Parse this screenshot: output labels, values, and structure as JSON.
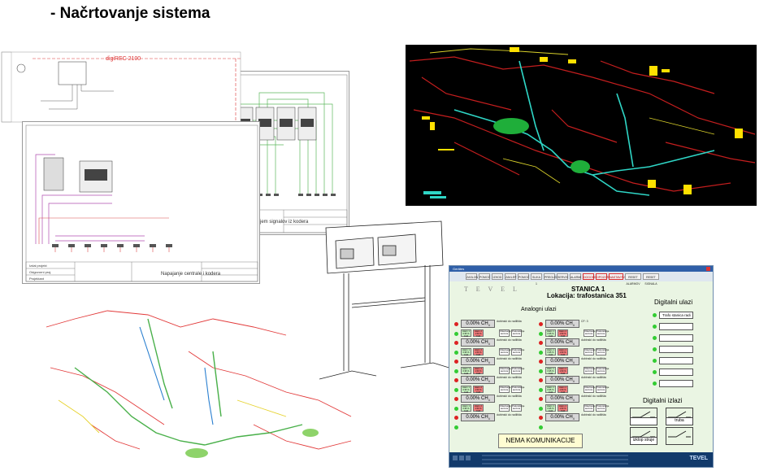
{
  "slide": {
    "title": "- Načrtovanje sistema"
  },
  "schematic_back": {
    "header": "digiREC 2100",
    "title_block_left": [
      "Izdelal",
      "Odgovorni proj.",
      "Projektant"
    ],
    "title_block_right": [
      "Zajem signalov iz kodera"
    ]
  },
  "schematic_front": {
    "title_block_left": [
      "Izdal projekt",
      "Odgovorni proj.",
      "Projektant"
    ],
    "title_block_title": "Napajanje centrale i kodera"
  },
  "scada": {
    "window_title": "Gerätes",
    "toolbar": [
      "ZASLON",
      "POMOČ",
      "IZHOD",
      "ZAKLEP",
      "POMOČ",
      "SLIKA 1",
      "PREGLED",
      "SERVIS",
      "ALARMI",
      "DOGODKI",
      "OPOZORILA",
      "NASTAVITVE",
      "RESET ALARMOV",
      "RESET SIGNALA"
    ],
    "brand": "T E V E L",
    "station": "STANICA 1",
    "location": "Lokacija: trafostanica 351",
    "analog_title": "Analogni ulazi",
    "digital_in_title": "Digitalni ulazi",
    "digital_out_title": "Digitalni izlazi",
    "ch4_value": "0.00% CH",
    "ch4_sub": "4",
    "sensor_location": "dubinski do radilišta",
    "sensor_location_2": "CF: 3",
    "alarm_1": "Alarm 1  0.95 % CH4",
    "alarm_2": "Alarm 2  1.50 % CH4",
    "alarm_3": "Otkazivanje senzora",
    "alarm_4": "Prekoračenje senzora",
    "digital_inputs": [
      "Trafo stanica radi",
      "",
      "",
      "",
      "",
      "",
      ""
    ],
    "digital_outputs": [
      "truba",
      "izklop struje",
      ""
    ],
    "status": "NEMA KOMUNIKACIJE",
    "footer_logo": "TEVEL"
  }
}
